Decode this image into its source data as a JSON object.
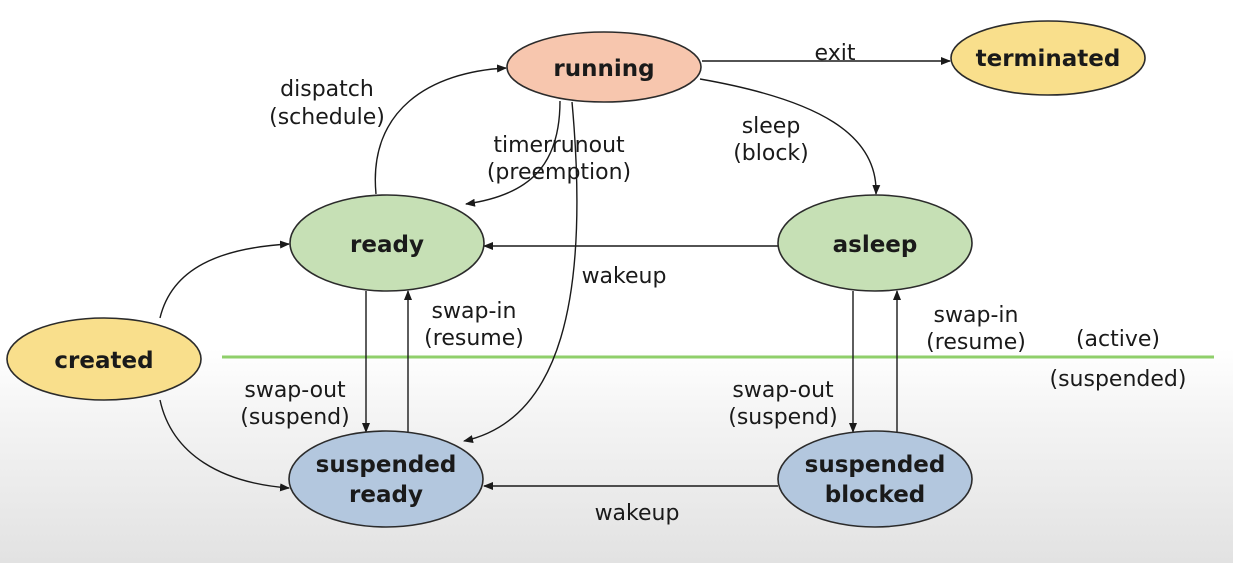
{
  "colors": {
    "running": "#f7c6ae",
    "terminated": "#f9df8c",
    "created": "#f9df8c",
    "ready": "#c6e0b5",
    "asleep": "#c6e0b5",
    "suspended": "#b3c7de",
    "divider": "#8fcf6a",
    "divider_glow": "#dff2d0"
  },
  "nodes": {
    "running": "running",
    "terminated": "terminated",
    "ready": "ready",
    "asleep": "asleep",
    "created": "created",
    "suspended_ready_1": "suspended",
    "suspended_ready_2": "ready",
    "suspended_blocked_1": "suspended",
    "suspended_blocked_2": "blocked"
  },
  "edges": {
    "exit": "exit",
    "dispatch": "dispatch",
    "dispatch_sub": "(schedule)",
    "timerrunout": "timerrunout",
    "timerrunout_sub": "(preemption)",
    "sleep": "sleep",
    "sleep_sub": "(block)",
    "wakeup_active": "wakeup",
    "swap_in_left": "swap-in",
    "swap_in_left_sub": "(resume)",
    "swap_in_right": "swap-in",
    "swap_in_right_sub": "(resume)",
    "swap_out_left": "swap-out",
    "swap_out_left_sub": "(suspend)",
    "swap_out_right": "swap-out",
    "swap_out_right_sub": "(suspend)",
    "wakeup_suspended": "wakeup"
  },
  "regions": {
    "active": "(active)",
    "suspended": "(suspended)"
  }
}
